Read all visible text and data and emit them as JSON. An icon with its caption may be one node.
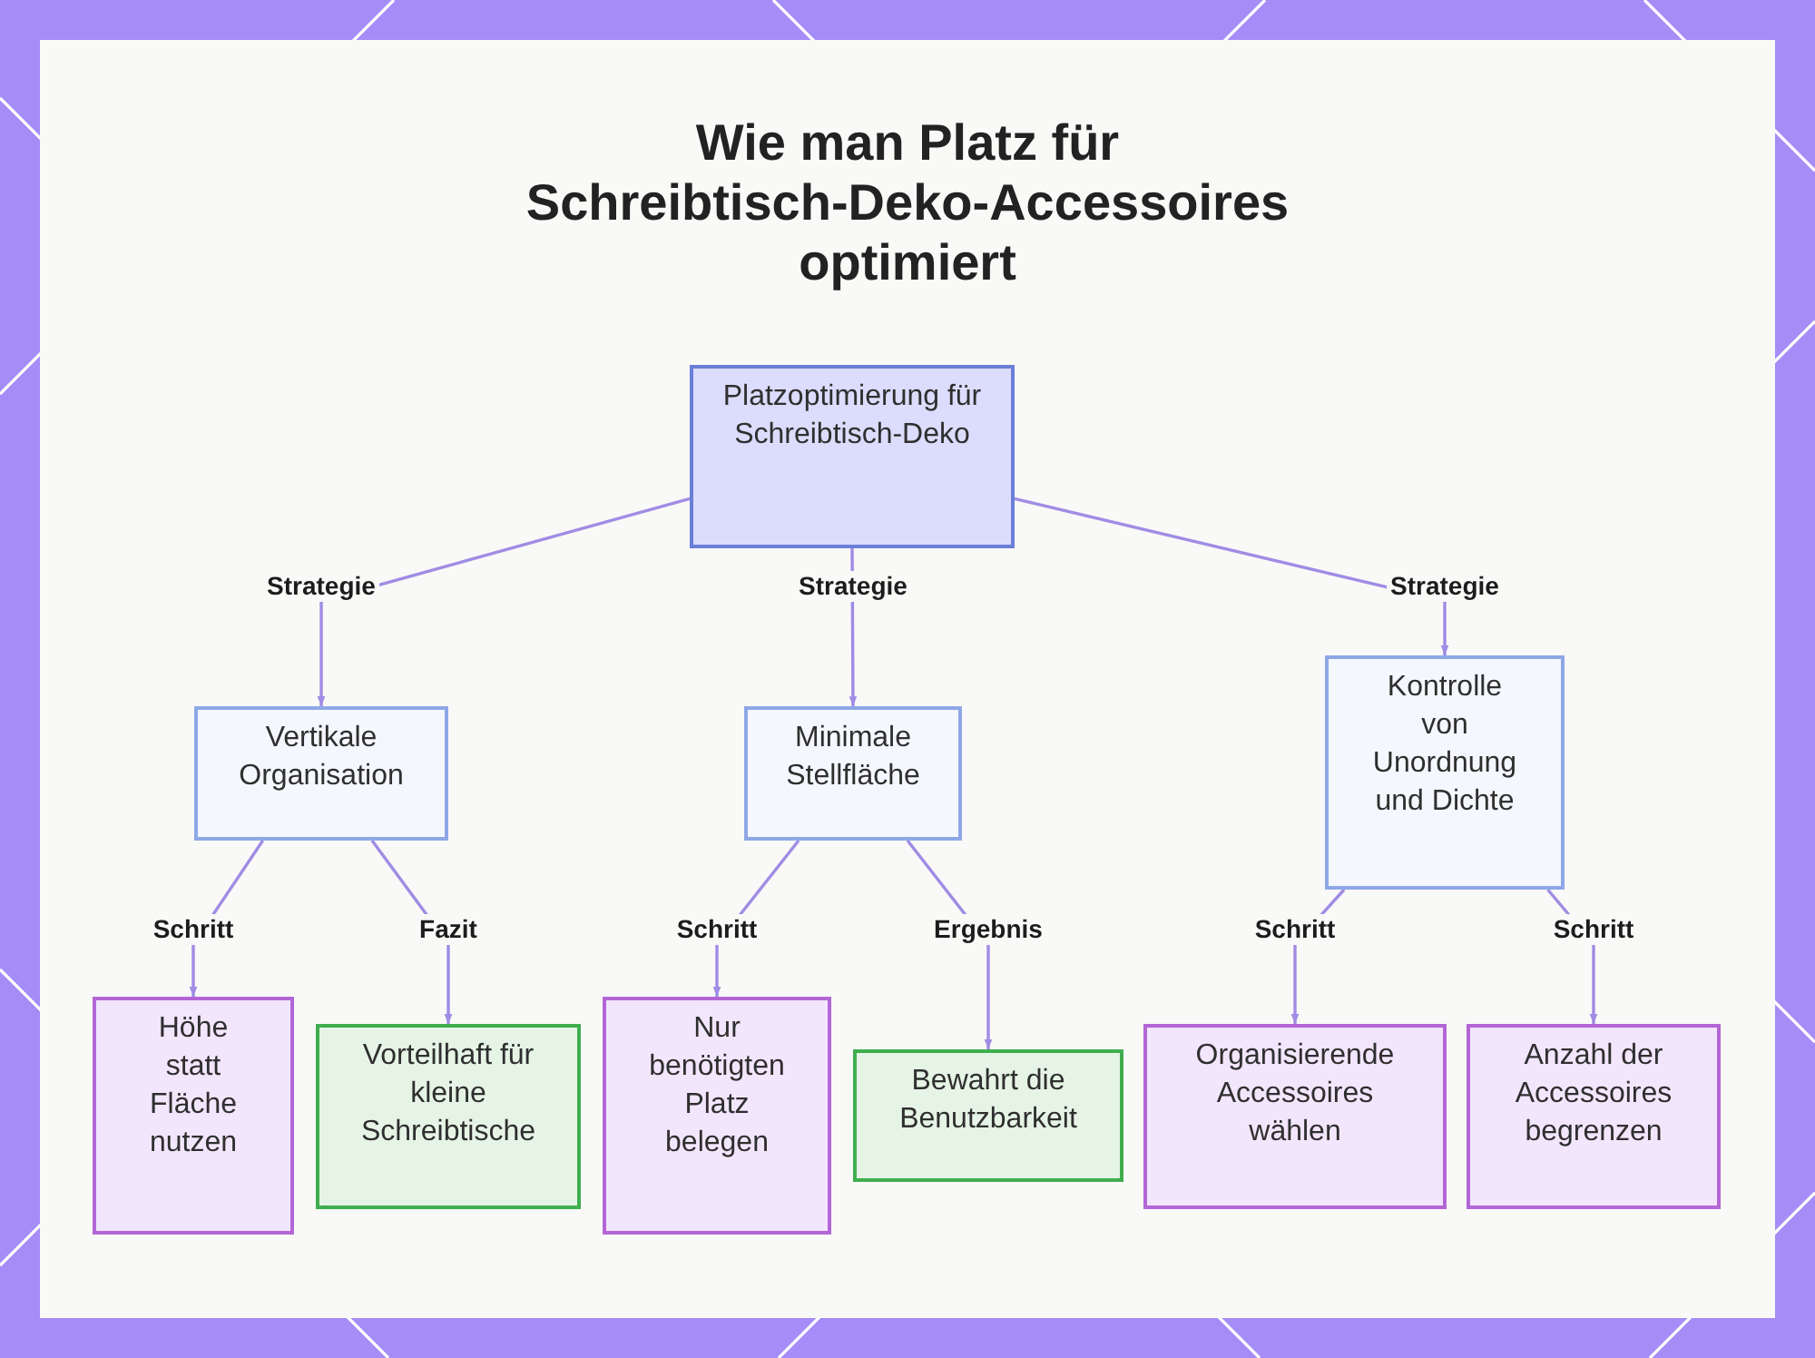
{
  "diagram": {
    "title": "Wie man Platz für Schreibtisch-Deko-Accessoires optimiert",
    "nodes": [
      {
        "text": [
          "Platzoptimierung für Schreibtisch-Deko"
        ]
      },
      {
        "text": [
          "Vertikale Organisation"
        ]
      },
      {
        "text": [
          "Minimale Stellfläche"
        ]
      },
      {
        "text": [
          "Kontrolle von Unordnung und Dichte"
        ]
      },
      {
        "text": [
          "Höhe statt Fläche nutzen"
        ]
      },
      {
        "text": [
          "Vorteilhaft für kleine Schreibtische"
        ]
      },
      {
        "text": [
          "Nur benötigten Platz belegen"
        ]
      },
      {
        "text": [
          "Bewahrt die Benutzbarkeit"
        ]
      },
      {
        "text": [
          "Organisierende Accessoires wählen"
        ]
      },
      {
        "text": [
          "Anzahl der Accessoires begrenzen"
        ]
      }
    ],
    "edges": [
      {
        "from": 0,
        "to": 1,
        "arrow": "to",
        "label": "Strategie"
      },
      {
        "from": 0,
        "to": 2,
        "arrow": "to",
        "label": "Strategie"
      },
      {
        "from": 0,
        "to": 3,
        "arrow": "to",
        "label": "Strategie"
      },
      {
        "from": 1,
        "to": 4,
        "arrow": "to",
        "label": "Schritt"
      },
      {
        "from": 1,
        "to": 5,
        "arrow": "to",
        "label": "Fazit"
      },
      {
        "from": 2,
        "to": 6,
        "arrow": "to",
        "label": "Schritt"
      },
      {
        "from": 2,
        "to": 7,
        "arrow": "to",
        "label": "Ergebnis"
      },
      {
        "from": 3,
        "to": 8,
        "arrow": "to",
        "label": "Schritt"
      },
      {
        "from": 3,
        "to": 9,
        "arrow": "to",
        "label": "Schritt"
      }
    ]
  }
}
